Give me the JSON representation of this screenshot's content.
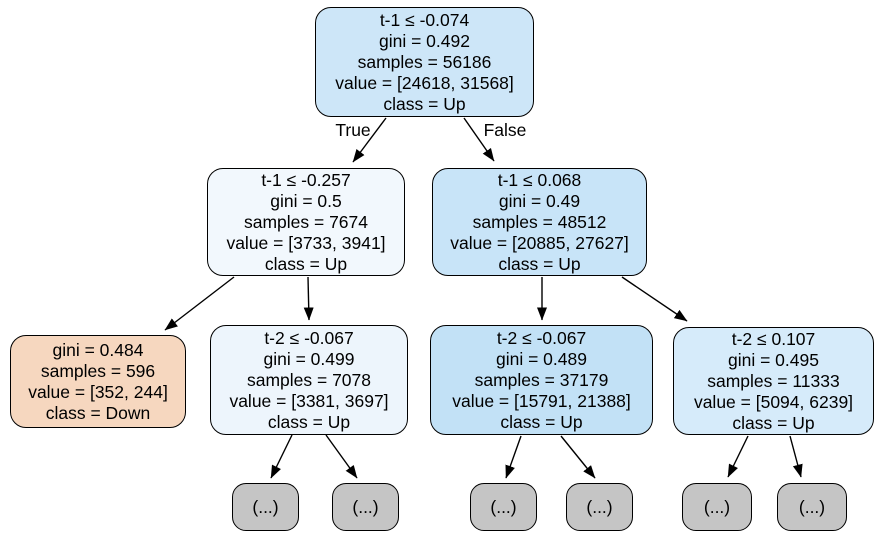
{
  "tree": {
    "title": "decision-tree-plot",
    "edge_labels": {
      "true": "True",
      "false": "False"
    },
    "pruned_label": "(...)",
    "pruned_fill": "#c5c5c5",
    "colors": {
      "class_up_dark": "#c2e1f6",
      "class_up_light": "#edf5fc",
      "class_down": "#f6d7bf",
      "pruned_gray": "#c5c5c5",
      "edge_stroke": "#000000",
      "node_border": "#000000",
      "text": "#000000",
      "background": "#ffffff"
    },
    "nodes": [
      {
        "name": "root",
        "fill": "#cde6f8",
        "lines": [
          "t-1 ≤ -0.074",
          "gini = 0.492",
          "samples = 56186",
          "value = [24618, 31568]",
          "class = Up"
        ]
      },
      {
        "name": "depth1-left",
        "fill": "#f2f8fd",
        "lines": [
          "t-1 ≤ -0.257",
          "gini = 0.5",
          "samples = 7674",
          "value = [3733, 3941]",
          "class = Up"
        ]
      },
      {
        "name": "depth1-right",
        "fill": "#c8e4f8",
        "lines": [
          "t-1 ≤ 0.068",
          "gini = 0.49",
          "samples = 48512",
          "value = [20885, 27627]",
          "class = Up"
        ]
      },
      {
        "name": "depth2-leaf-down",
        "fill": "#f6d7bf",
        "lines": [
          "gini = 0.484",
          "samples = 596",
          "value = [352, 244]",
          "class = Down"
        ]
      },
      {
        "name": "depth2-mid-left",
        "fill": "#edf5fc",
        "lines": [
          "t-2 ≤ -0.067",
          "gini = 0.499",
          "samples = 7078",
          "value = [3381, 3697]",
          "class = Up"
        ]
      },
      {
        "name": "depth2-mid-right",
        "fill": "#c2e1f6",
        "lines": [
          "t-2 ≤ -0.067",
          "gini = 0.489",
          "samples = 37179",
          "value = [15791, 21388]",
          "class = Up"
        ]
      },
      {
        "name": "depth2-right",
        "fill": "#d6ebfa",
        "lines": [
          "t-2 ≤ 0.107",
          "gini = 0.495",
          "samples = 11333",
          "value = [5094, 6239]",
          "class = Up"
        ]
      }
    ]
  }
}
